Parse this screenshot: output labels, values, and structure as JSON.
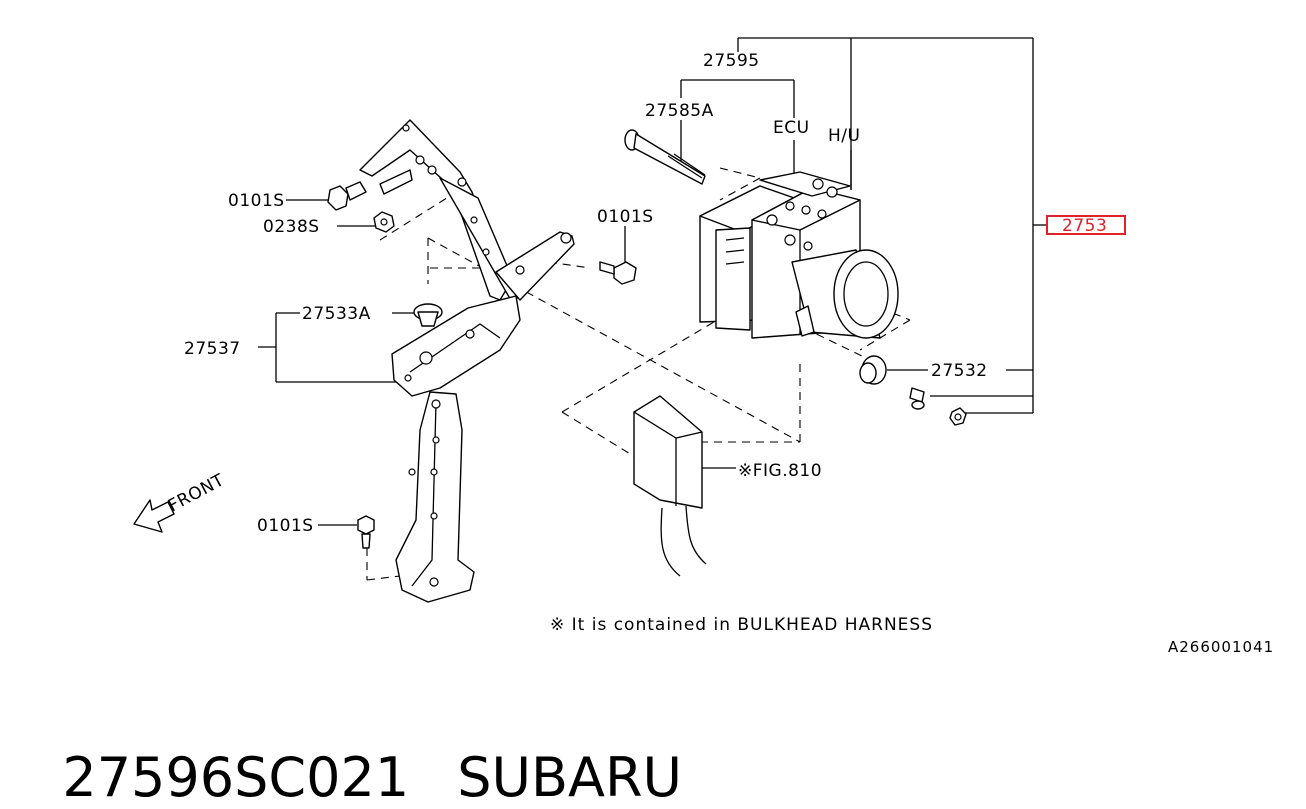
{
  "diagram": {
    "labels": {
      "p27595": "27595",
      "p27585a": "27585A",
      "ecu": "ECU",
      "hu": "H/U",
      "p2753_highlight": "2753",
      "p0101s_top": "0101S",
      "p0238s": "0238S",
      "p0101s_mid": "0101S",
      "p27533a": "27533A",
      "p27537": "27537",
      "p27532": "27532",
      "fig810": "※FIG.810",
      "front": "FRONT",
      "p0101s_low": "0101S",
      "bulkhead_note": "※ It is contained in BULKHEAD HARNESS",
      "drawing_code": "A266001041"
    },
    "highlight_color": "#e0202a"
  },
  "footer": {
    "part_number": "27596SC021",
    "brand": "SUBARU"
  }
}
